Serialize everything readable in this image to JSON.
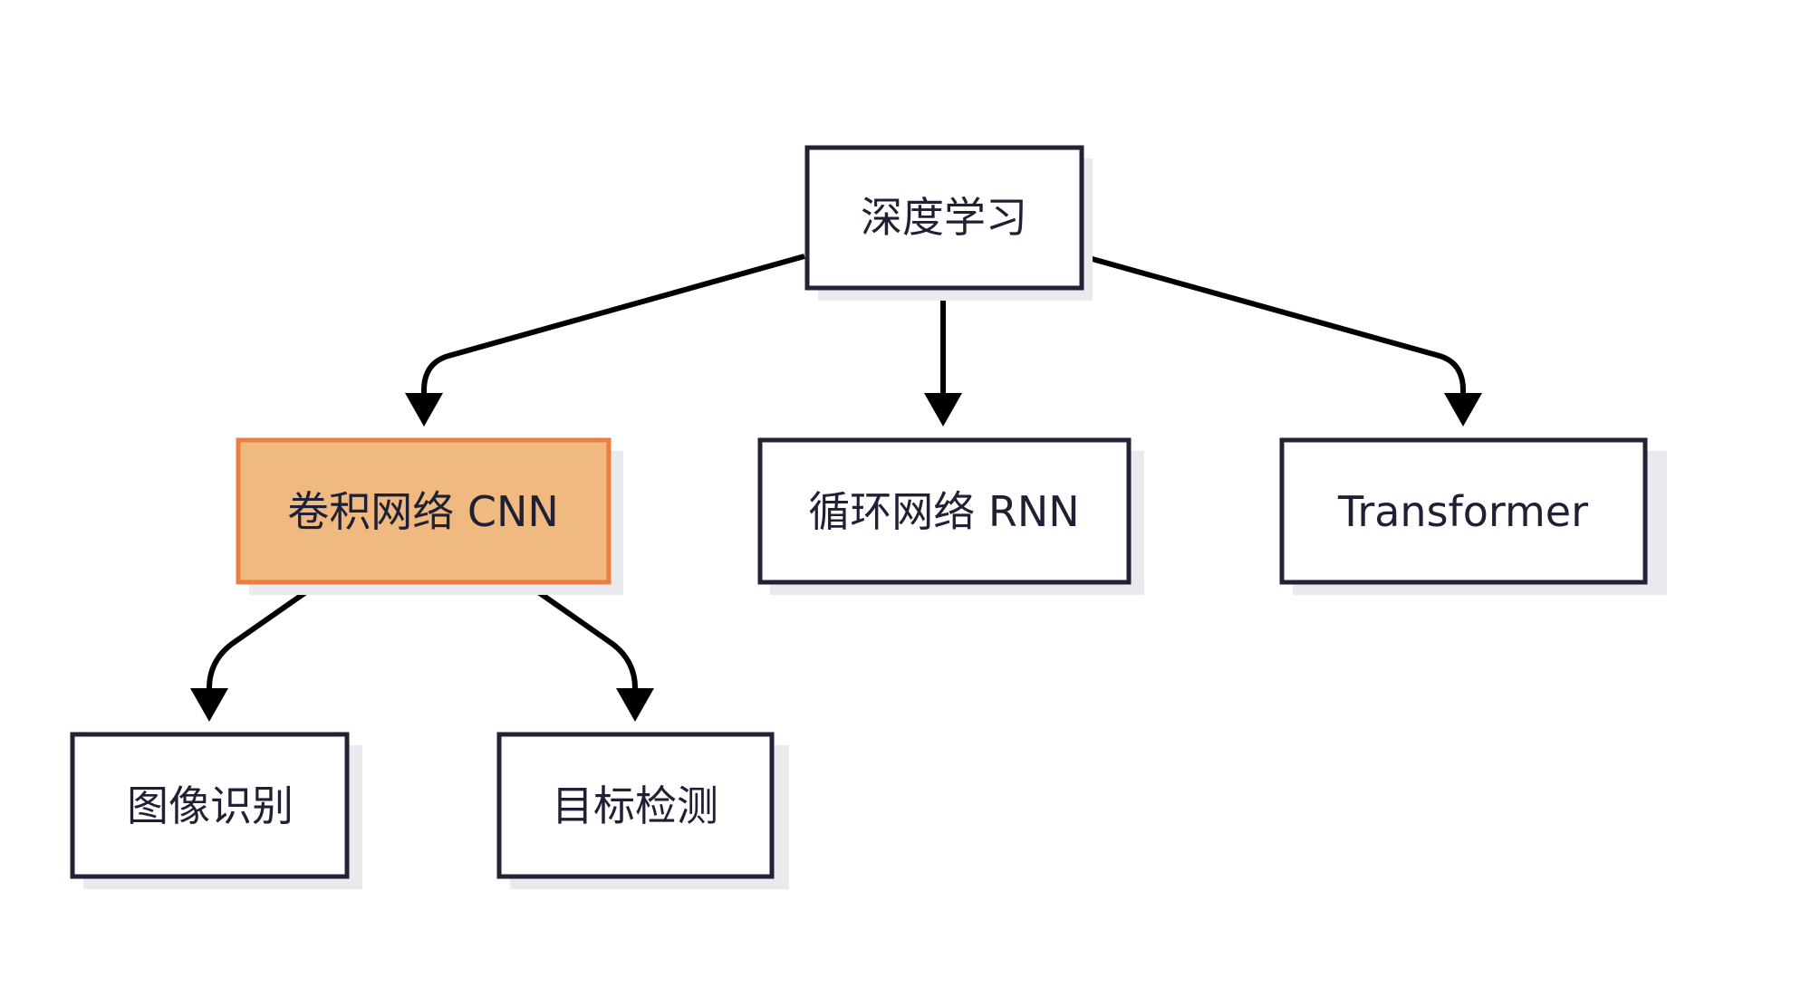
{
  "colors": {
    "background": "#ffffff",
    "border": "#222236",
    "text": "#1f2035",
    "shadow": "#e9e9ee",
    "highlight_fill": "#efb97f",
    "highlight_border": "#ea7f41",
    "edge": "#000000"
  },
  "nodes": {
    "root": {
      "label": "深度学习"
    },
    "cnn": {
      "label": "卷积网络 CNN",
      "highlighted": true
    },
    "rnn": {
      "label": "循环网络 RNN"
    },
    "transformer": {
      "label": "Transformer"
    },
    "image_recognition": {
      "label": "图像识别"
    },
    "object_detection": {
      "label": "目标检测"
    }
  },
  "edges": [
    {
      "from": "root",
      "to": "cnn"
    },
    {
      "from": "root",
      "to": "rnn"
    },
    {
      "from": "root",
      "to": "transformer"
    },
    {
      "from": "cnn",
      "to": "image_recognition"
    },
    {
      "from": "cnn",
      "to": "object_detection"
    }
  ]
}
